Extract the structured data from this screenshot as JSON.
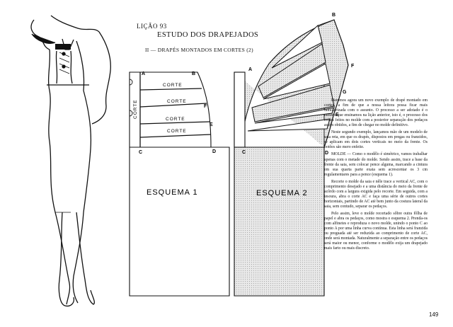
{
  "header": {
    "lesson": "LIÇÃO 93",
    "title": "ESTUDO DOS DRAPEJADOS",
    "subtitle": "II — DRAPÉS MONTADOS EM CORTES (2)"
  },
  "schema1": {
    "label": "ESQUEMA 1",
    "side_label": "CORTE",
    "corte_labels": [
      "CORTE",
      "CORTE",
      "CORTE",
      "CORTE"
    ],
    "points": {
      "A": "A",
      "B": "B",
      "F": "F",
      "E": "E",
      "D": "D",
      "C": "C"
    }
  },
  "schema2": {
    "label": "ESQUEMA 2",
    "points": {
      "A": "A",
      "B": "B",
      "F": "F",
      "G": "G",
      "E": "E",
      "D": "D",
      "C": "C"
    }
  },
  "body_text": {
    "p1": "Daremos agora um novo exemplo de drapé montado em cortes, a fim de que a nossa leitora possa ficar mais familiarizada com o assunto. O processo a ser adotado é o mesmo que ensinamos na lição anterior, isto é, o processo dos cortes feitos no molde com a posterior separação dos pedaços assim obtidos, a fim de chegar no molde definitivo.",
    "p2": "Neste segundo exemplo, lançamos mão de um modelo de saia reta, em que os drapés, dispostos em pregas ou franzidos, se aplicam em dois cortes verticais no meio da frente. Os botões são mero enfeite.",
    "p3": "MOLDE — Como o modêlo é simétrico, vamos trabalhar apenas com o metade do molde. Sendo assim, trace a base da frente da saia, sem colocar pence alguma, marcando a cintura em sua quarta parte exata sem acrescentar os 3 cm regulamentares para a pence (esquema 1).",
    "p4": "Recorte o molde da saia e nêle trace a vertical AC, com o comprimento desejado e a uma distância do meio da frente de acôrdo com a largura exigida pelo recorte. Em seguida, com a tesoura, abra o corte AC e faça uma série de outros cortes horizontais, partindo de AC até bem junto da costura lateral da saia, sem contudo, separar os pedaços.",
    "p5": "Pelo assim, leve o molde recortado sôbre outra fôlha de papel e abra os pedaços, como mostra o esquema 2. Prenda-os com alfinetes e reproduza o novo molde, unindo o ponto C ao ponto A por uma linha curva contínua. Esta linha será franzida ou preguada até ser reduzida ao comprimento de corte AC, onde será montada. Naturalmente a separação entre os pedaços será maior ou menor, conforme o modêlo exija um drapejado mais farto ou mais discreto."
  },
  "page_number": "149"
}
